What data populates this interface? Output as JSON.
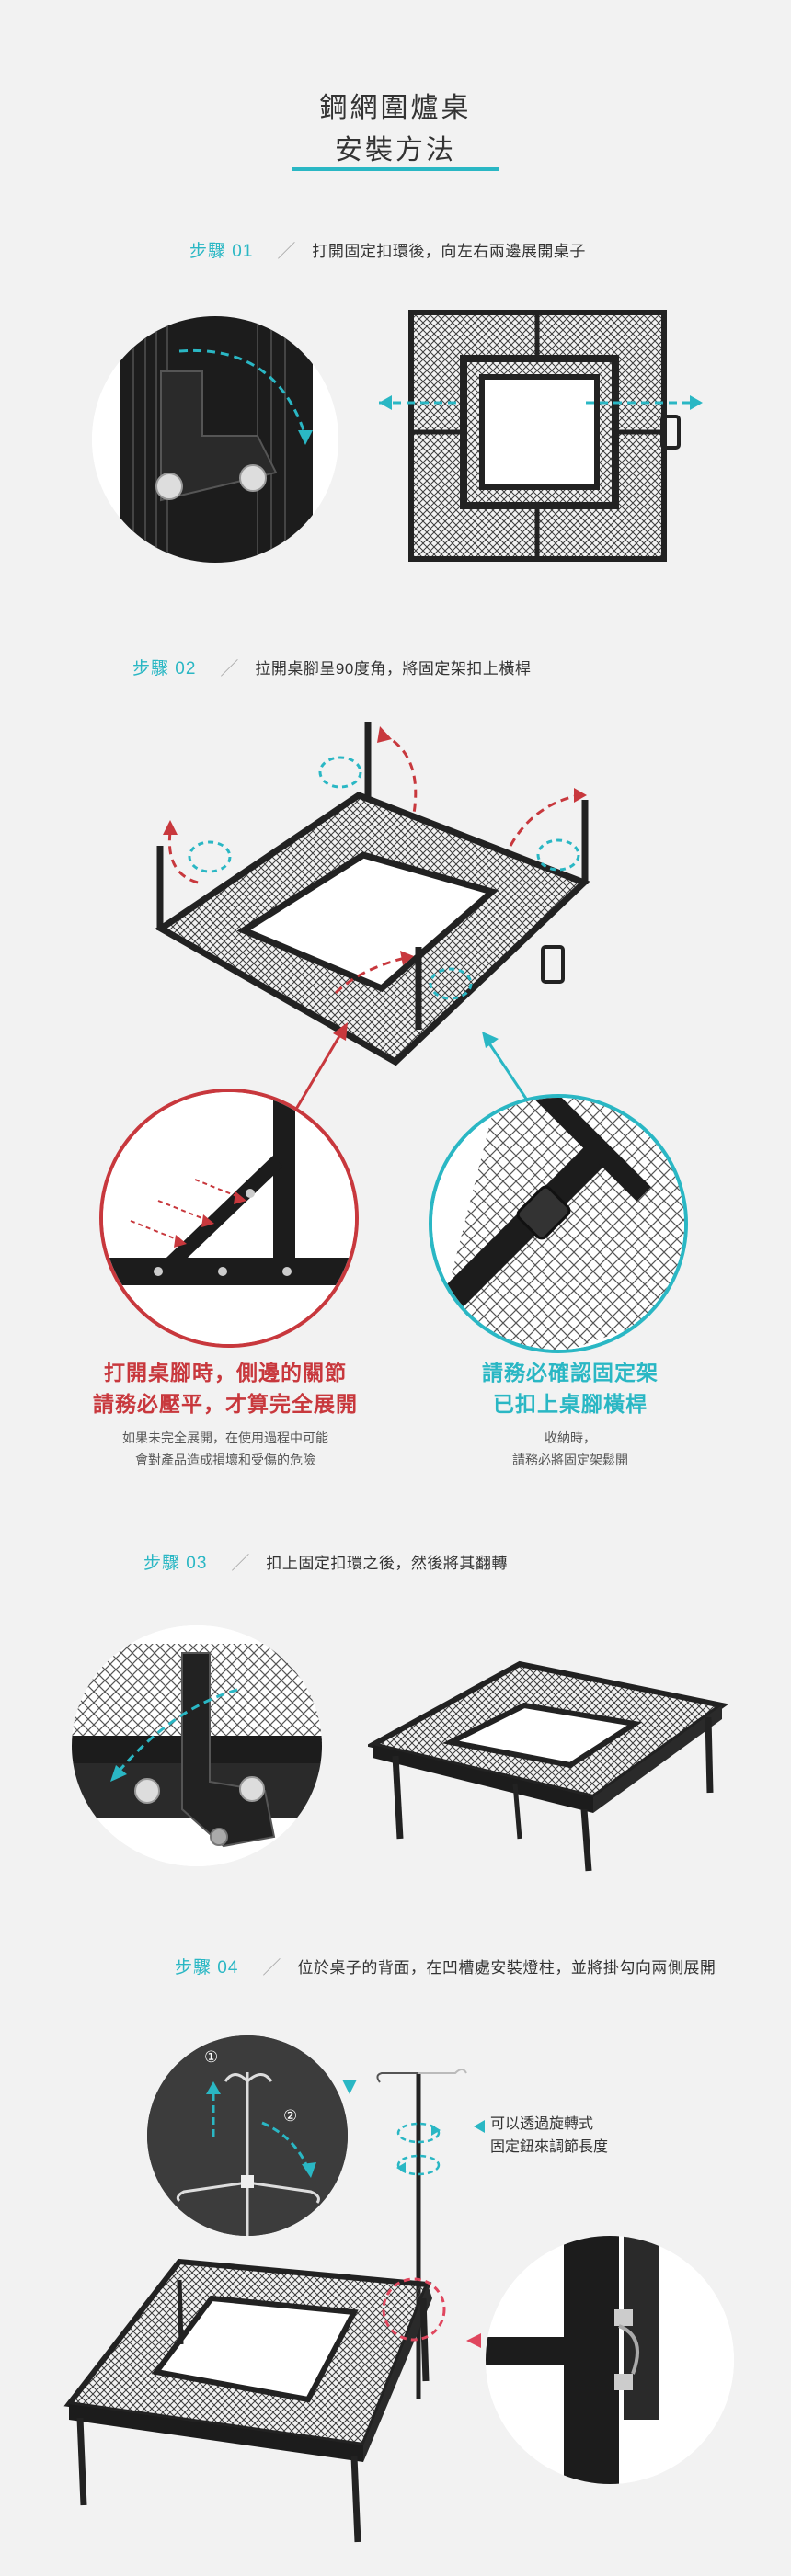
{
  "header": {
    "title": "鋼網圍爐桌",
    "subtitle": "安裝方法"
  },
  "steps": [
    {
      "label": "步驟 01",
      "text": "打開固定扣環後，向左右兩邊展開桌子"
    },
    {
      "label": "步驟 02",
      "text": "拉開桌腳呈90度角，將固定架扣上橫桿"
    },
    {
      "label": "步驟 03",
      "text": "扣上固定扣環之後，然後將其翻轉"
    },
    {
      "label": "步驟 04",
      "text": "位於桌子的背面，在凹槽處安裝燈柱，並將掛勾向兩側展開"
    }
  ],
  "step2": {
    "left_caption": [
      "打開桌腳時，側邊的關節",
      "請務必壓平，才算完全展開"
    ],
    "left_note": [
      "如果未完全展開，在使用過程中可能",
      "會對產品造成損壞和受傷的危險"
    ],
    "right_caption": [
      "請務必確認固定架",
      "已扣上桌腳橫桿"
    ],
    "right_note": [
      "收納時，",
      "請務必將固定架鬆開"
    ]
  },
  "step4": {
    "note": [
      "可以透過旋轉式",
      "固定鈕來調節長度"
    ],
    "marker_1": "①",
    "marker_2": "②"
  },
  "colors": {
    "accent": "#2ab7c4",
    "warning": "#c8383d",
    "background": "#f2f2f2"
  }
}
